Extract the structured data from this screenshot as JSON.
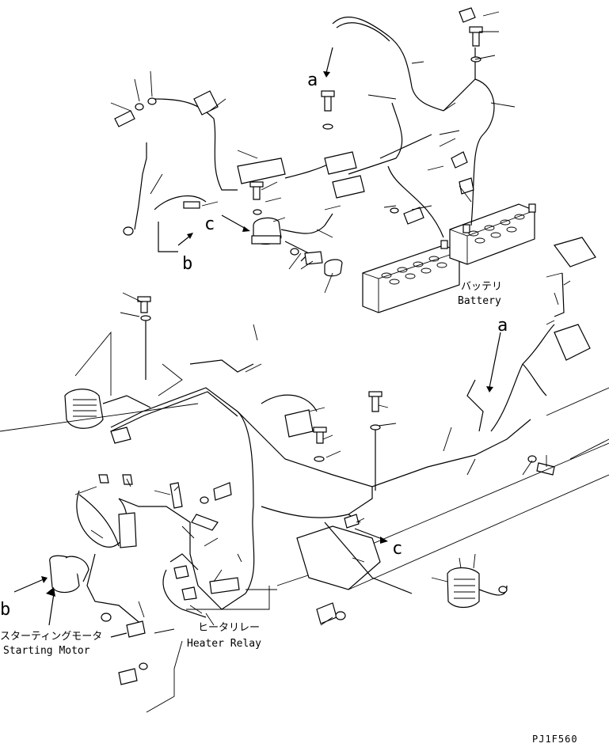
{
  "diagram": {
    "labels": {
      "a_top": "a",
      "a_right": "a",
      "c_left": "c",
      "c_lower": "c",
      "b_upper": "b",
      "b_left": "b"
    },
    "battery": {
      "jp": "バッテリ",
      "en": "Battery"
    },
    "starting_motor": {
      "jp": "スターティングモータ",
      "en": "Starting Motor"
    },
    "heater_relay": {
      "jp": "ヒータリレー",
      "en": "Heater Relay"
    },
    "drawing_code": "PJ1F560"
  }
}
